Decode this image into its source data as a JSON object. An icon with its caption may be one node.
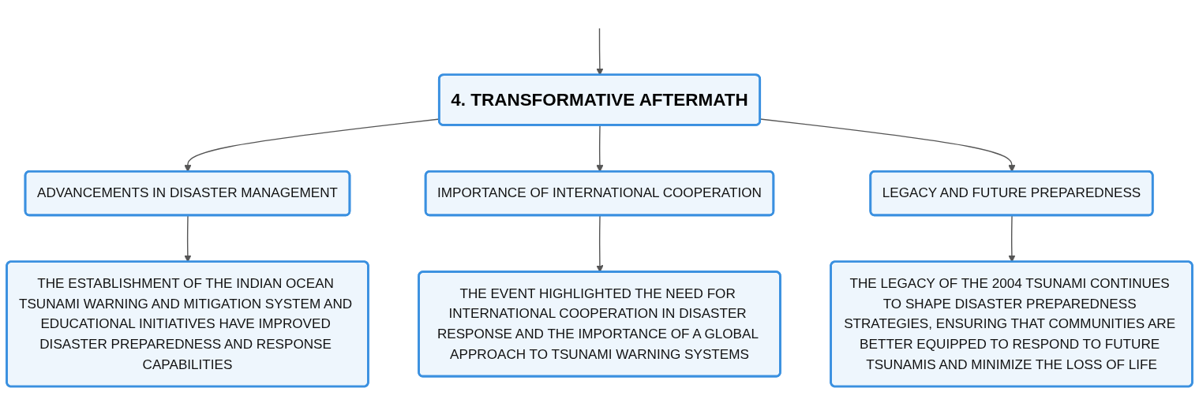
{
  "diagram": {
    "nodes": [
      {
        "text": [
          "4. TRANSFORMATIVE AFTERMATH"
        ]
      },
      {
        "text": [
          "ADVANCEMENTS IN DISASTER MANAGEMENT"
        ]
      },
      {
        "text": [
          "IMPORTANCE OF INTERNATIONAL COOPERATION"
        ]
      },
      {
        "text": [
          "LEGACY AND FUTURE PREPAREDNESS"
        ]
      },
      {
        "text": [
          "THE ESTABLISHMENT OF THE INDIAN OCEAN TSUNAMI WARNING AND MITIGATION SYSTEM AND EDUCATIONAL INITIATIVES HAVE IMPROVED DISASTER PREPAREDNESS AND RESPONSE CAPABILITIES"
        ]
      },
      {
        "text": [
          "THE EVENT HIGHLIGHTED THE NEED FOR INTERNATIONAL COOPERATION IN DISASTER RESPONSE AND THE IMPORTANCE OF A GLOBAL APPROACH TO TSUNAMI WARNING SYSTEMS"
        ]
      },
      {
        "text": [
          "THE LEGACY OF THE 2004 TSUNAMI CONTINUES TO SHAPE DISASTER PREPAREDNESS STRATEGIES, ENSURING THAT COMMUNITIES ARE BETTER EQUIPPED TO RESPOND TO FUTURE TSUNAMIS AND MINIMIZE THE LOSS OF LIFE"
        ]
      }
    ],
    "edges": [
      {
        "from": null,
        "to": 0,
        "arrow": "to"
      },
      {
        "from": 0,
        "to": 1,
        "arrow": "to"
      },
      {
        "from": 0,
        "to": 2,
        "arrow": "to"
      },
      {
        "from": 0,
        "to": 3,
        "arrow": "to"
      },
      {
        "from": 1,
        "to": 4,
        "arrow": "to"
      },
      {
        "from": 2,
        "to": 5,
        "arrow": "to"
      },
      {
        "from": 3,
        "to": 6,
        "arrow": "to"
      }
    ]
  }
}
